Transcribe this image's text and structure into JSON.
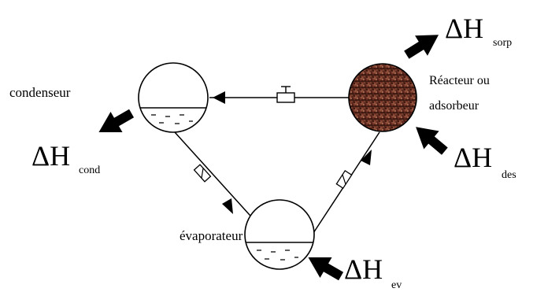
{
  "labels": {
    "condenser": "condenseur",
    "evaporator": "évaporateur",
    "reactor_line1": "Réacteur ou",
    "reactor_line2": "adsorbeur"
  },
  "enthalpies": {
    "sorp": {
      "symbol": "ΔH",
      "subscript": "sorp"
    },
    "cond": {
      "symbol": "ΔH",
      "subscript": "cond"
    },
    "des": {
      "symbol": "ΔH",
      "subscript": "des"
    },
    "ev": {
      "symbol": "ΔH",
      "subscript": "ev"
    }
  },
  "colors": {
    "ink": "#000000",
    "reactor_fill": "#7a3b2a",
    "background": "#ffffff"
  }
}
